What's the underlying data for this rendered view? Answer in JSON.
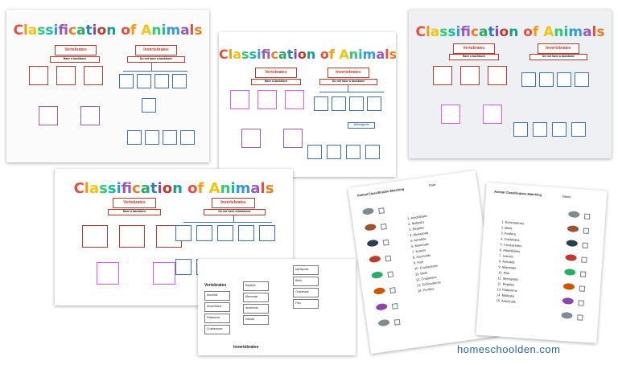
{
  "title_letters": [
    "C",
    "l",
    "a",
    "s",
    "s",
    "i",
    "f",
    "i",
    "c",
    "a",
    "t",
    "i",
    "o",
    "n",
    " ",
    "o",
    "f",
    " ",
    "A",
    "n",
    "i",
    "m",
    "a",
    "l",
    "s"
  ],
  "title_colors": [
    "#e74c3c",
    "#f39c12",
    "#f1c40f",
    "#2ecc71",
    "#1abc9c",
    "#3498db",
    "#9b59b6",
    "#e74c3c",
    "#e67e22",
    "#27ae60",
    "#2980b9",
    "#8e44ad",
    "#c0392b",
    "#16a085"
  ],
  "labels": {
    "vertebrates": "Vertebrates",
    "invertebrates": "Invertebrates",
    "have_backbone": "Have a backbone",
    "no_backbone": "Do not have a backbone",
    "arthropods": "Arthropods",
    "worksheet1_title": "Animal Classification Matching",
    "worksheet2_title": "Animal Classification Matching",
    "name_label": "Name:",
    "date_label": "Date:"
  },
  "worksheet_list_1": [
    "1. Amphibians",
    "2. Mollusks",
    "3. Reptiles",
    "4. Myriapoda",
    "5. Annelids",
    "6. Mammals",
    "7. Insects",
    "8. Arachnids",
    "9. Fish",
    "10. Crustaceans",
    "11. Birds",
    "12. Cnidarians",
    "13. Echinoderms",
    "14. Porifera"
  ],
  "worksheet_list_2": [
    "1. Echinoderms",
    "2. Birds",
    "3. Porifera",
    "4. Cnidarians",
    "5. Crustaceans",
    "6. Amphibians",
    "7. Insects",
    "8. Annelids",
    "9. Mammals",
    "10. Fish",
    "11. Myriapoda",
    "12. Reptiles",
    "13. Flatworms",
    "14. Mollusks",
    "15. Arachnids"
  ],
  "cards": {
    "vert_title": "Vertebrates",
    "invert_title": "Invertebrates",
    "vert_items": [
      "Annelids",
      "Amphibians",
      "Flatworms",
      "Crustaceans"
    ],
    "mid_items": [
      "Reptiles",
      "Mammals",
      "Arachnids",
      "Insects"
    ],
    "right_items": [
      "Myriapoda",
      "Birds",
      "Cnidarians",
      "Fish"
    ]
  },
  "colors": {
    "accent_red": "#c0392b",
    "line_blue": "#3b6fb8",
    "link": "#2b5fa8"
  },
  "footer": "homeschoolden.com"
}
